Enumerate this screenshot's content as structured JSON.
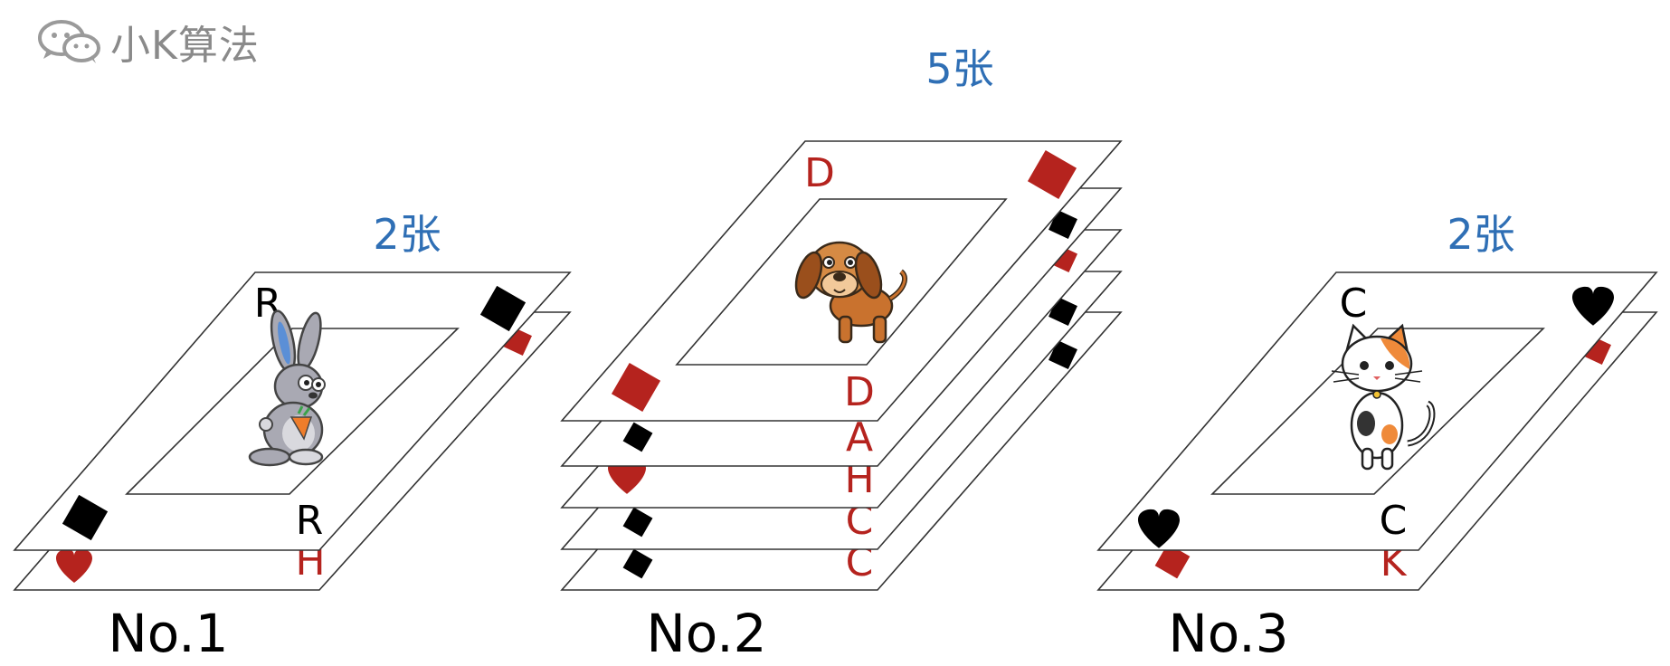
{
  "logo": {
    "text": "小K算法",
    "icon": "wechat-icon"
  },
  "colors": {
    "count": "#2f6fb5",
    "red_suit": "#b5231e",
    "black_suit": "#000000",
    "label": "#000000"
  },
  "stacks": [
    {
      "label": "No.1",
      "count": "2张",
      "top_card": {
        "rank": "R",
        "rank_color": "black",
        "suit": "diamond",
        "suit_color": "black",
        "animal": "rabbit-icon"
      },
      "layers": [
        {
          "rank": "H",
          "suit": "heart",
          "color": "red"
        }
      ]
    },
    {
      "label": "No.2",
      "count": "5张",
      "top_card": {
        "rank": "D",
        "rank_color": "red",
        "suit": "diamond",
        "suit_color": "red",
        "animal": "dog-icon"
      },
      "layers": [
        {
          "rank": "A",
          "suit": "diamond",
          "color": "black"
        },
        {
          "rank": "H",
          "suit": "heart",
          "color": "red"
        },
        {
          "rank": "C",
          "suit": "diamond",
          "color": "black"
        },
        {
          "rank": "C",
          "suit": "diamond",
          "color": "black"
        }
      ]
    },
    {
      "label": "No.3",
      "count": "2张",
      "top_card": {
        "rank": "C",
        "rank_color": "black",
        "suit": "heart",
        "suit_color": "black",
        "animal": "cat-icon"
      },
      "layers": [
        {
          "rank": "K",
          "suit": "diamond",
          "color": "red"
        }
      ]
    }
  ]
}
